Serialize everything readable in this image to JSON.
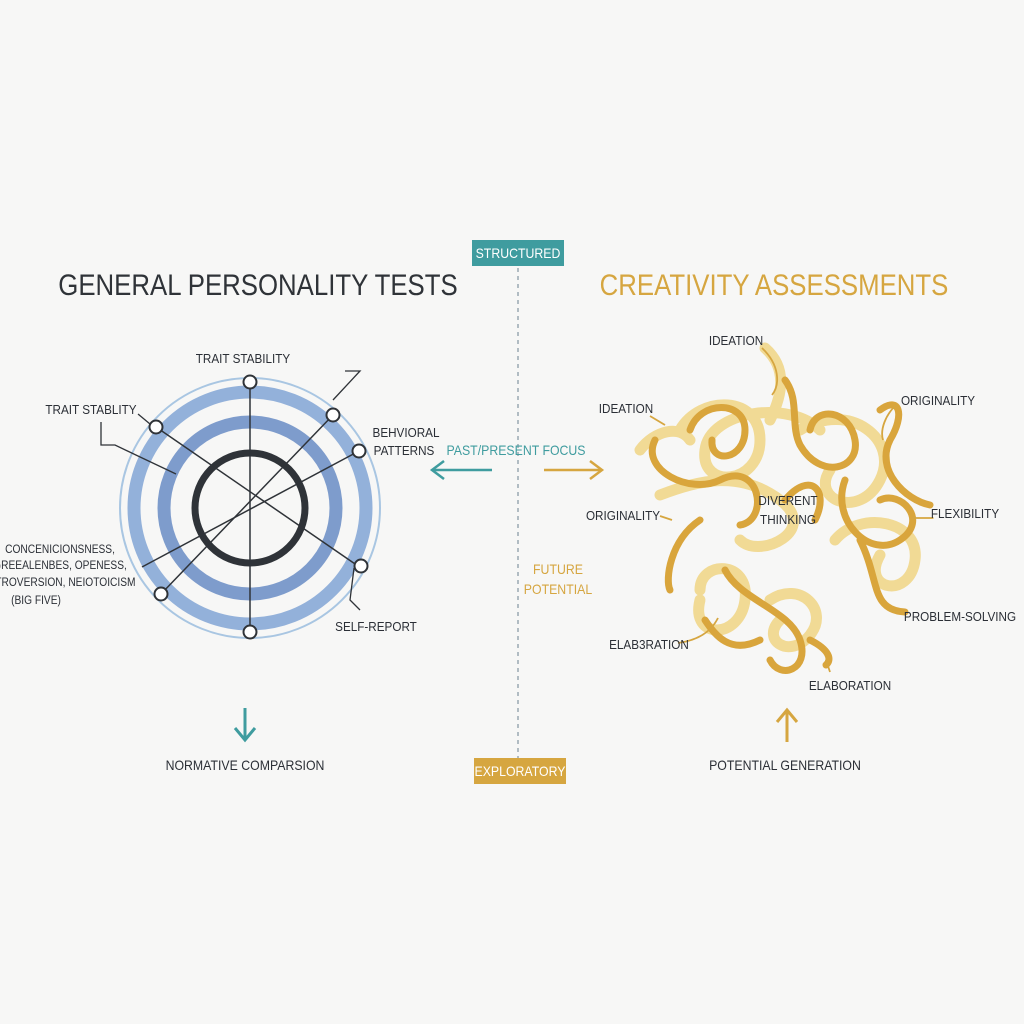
{
  "colors": {
    "teal": "#3f9c9f",
    "gold": "#d6a640",
    "blue_light": "#a9c6e2",
    "blue_dark": "#6f8cc4",
    "ink": "#2b2f36",
    "divider": "#9aa8b2"
  },
  "badges": {
    "top": "STRUCTURED",
    "bottom": "EXPLORATORY"
  },
  "left": {
    "title": "GENERAL PERSONALITY TESTS",
    "labels": {
      "top": "TRAIT STABILITY",
      "upper_left": "TRAIT STABLITY",
      "right_line1": "BEHVIORAL",
      "right_line2": "PATTERNS",
      "left_line1": "CONCENICIONSNESS,",
      "left_line2": "GREEALENBES, OPENESS,",
      "left_line3": "XTROVERSION, NEIOTOICISM",
      "left_line4": "(BIG FIVE)",
      "bottom_right": "SELF-REPORT"
    },
    "bottom_label": "NORMATIVE COMPARSION",
    "arrow_icon": "arrow-down-icon"
  },
  "center": {
    "focus_label": "PAST/PRESENT FOCUS",
    "future_line1": "FUTURE",
    "future_line2": "POTENTIAL"
  },
  "right": {
    "title": "CREATIVITY ASSESSMENTS",
    "center_line1": "DIVERENT",
    "center_line2": "THINKING",
    "labels": {
      "ideation_top": "IDEATION",
      "ideation_left": "IDEATION",
      "originality_right": "ORIGINALITY",
      "originality_left": "ORIGINALITY",
      "flexibility": "FLEXIBILITY",
      "problem_solving": "PROBLEM-SOLVING",
      "elaboration_left": "ELAB3RATION",
      "elaboration_bottom": "ELABORATION"
    },
    "bottom_label": "POTENTIAL GENERATION",
    "arrow_icon": "arrow-up-icon"
  }
}
